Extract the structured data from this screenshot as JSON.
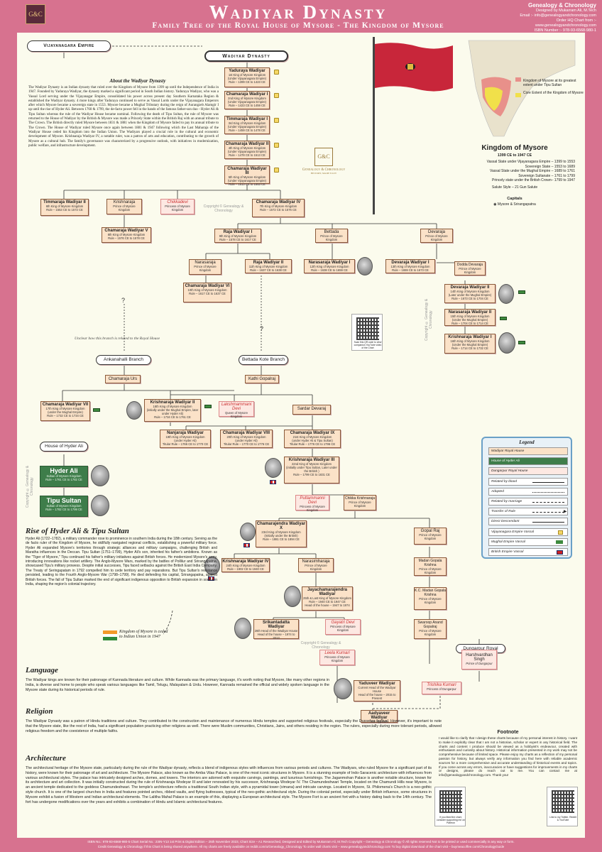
{
  "header": {
    "logo_text": "G&C",
    "title": "Wadiyar Dynasty",
    "subtitle": "Family Tree of the Royal House of Mysore - The Kingdom of Mysore",
    "brand": "Genealogy & Chronology",
    "designer": "Designed by Mukarram Ali, M.Tech",
    "email": "Email :- info@genealogyandchronology.com",
    "order": "Order HQ Chart from :-",
    "website": "www.genealogyandchronology.com",
    "isbn_line": "ISBN Number :- 978-93-6568-980-1"
  },
  "labels": {
    "vijayanagara_empire": "Vijayanagara Empire",
    "wadiyar_dynasty": "Wadiyar Dynasty",
    "house_of_hyder_ali": "House of Hyder Ali",
    "ankanahalli_branch": "Ankanahalli Branch",
    "bettada_kote_branch": "Bettada Kote Branch",
    "dungarpur_royal_house": "Dungarpur Royal House",
    "unclear_branch": "Unclear how this branch is related to the Royal House",
    "kingdom_ceded": "Kingdom of Mysore is ceded to Indian Union in 1947",
    "question_mark": "?",
    "copyright": "Copyright © Genealogy & Chronology",
    "qr_note": "Scan this QR code to view companion YouTube video of the Chart"
  },
  "about": {
    "heading": "About the Wadiyar Dynasty",
    "body": "The Wadiyar Dynasty is an Indian dynasty that ruled over the Kingdom of Mysore from 1399 up until the Independence of India in 1947. Founded by Yaduraya Wadiyar, the dynasty marked a significant period in South Indian history. Yaduraya Wadiyar, who was a Vassal Lord serving under the Vijayanagar Empire, consolidated his power across present day Southern Karnataka Region & established the Wadiyar dynasty. 4 more kings after Yaduraya continued to serve as Vassal Lords under the Vijayanagara Emperors after which Mysore became a sovereign state in 1553. Mysore became a Mughal Tributary during the reign of Aurangzeb Alamgir I up until the rise of Hyder Ali. Between 1760 & 1799, the de-facto power fell in the hands of the famous father-son duo - Hyder Ali & Tipu Sultan whereas the rule of the Wadiyar House became nominal. Following the death of Tipu Sultan, the rule of Mysore was returned to the House of Wadiyar by the British & Mysore was made a Princely State within the British Raj with an annual tribute to The Crown. The British directly ruled Mysore between 1831 & 1881 when the Kingdom of Mysore failed to pay its annual tribute to The Crown. The House of Wadiyar ruled Mysore once again between 1881 & 1947 following which the Last Maharaja of the Wadiyar House ceded his Kingdom into the Indian Union. The Wadiyars played a crucial role in the cultural and economic development of Mysore. Krishnaraja Wadiyar IV, a notable ruler, was a patron of arts and education, contributing to the growth of Mysore as a cultural hub. The family's governance was characterized by a progressive outlook, with initiatives in modernization, public welfare, and infrastructure development."
  },
  "kingdom": {
    "title": "Kingdom of Mysore",
    "years": "1399 CE to 1947 CE",
    "lines": [
      "Vassal State under Vijayanagara Empire – 1399 to 1553",
      "Sovereign State – 1553 to 1689",
      "Vassal State under the Mughal Empire – 1689 to 1761",
      "Sovereign Sultanate – 1761 to 1799",
      "Princely state under the British Crown– 1799 to 1947"
    ],
    "salute": "Salute Style – 21 Gun Salute",
    "capitals_heading": "Capitals",
    "capitals": "Mysore & Srirangapatna",
    "map_legend_1": "Kingdom of Mysore at its greatest extent under Tipu Sultan",
    "map_legend_2": "Core Extent of the Kingdom of Mysore"
  },
  "seal": {
    "logo": "G&C",
    "brand": "Genealogy & Chronology",
    "tag": "HISTORY, MADE EASY"
  },
  "people": {
    "yaduraya": {
      "n": "Yaduraya Wadiyar",
      "l1": "1st King of Mysore Kingdom",
      "l2": "(Under Vijayanagara Empire)",
      "l3": "Rule – 1399 CE to 1423 CE"
    },
    "chamaraja1": {
      "n": "Chamaraja Wadiyar I",
      "l1": "2nd King of Mysore Kingdom",
      "l2": "(Under Vijayanagara Empire)",
      "l3": "Rule – 1423 CE to 1459 CE"
    },
    "timmaraja1": {
      "n": "Timmaraja Wadiyar I",
      "l1": "3rd King of Mysore Kingdom",
      "l2": "(Under Vijayanagara Empire)",
      "l3": "Rule – 1459 CE to 1478 CE"
    },
    "chamaraja2": {
      "n": "Chamaraja Wadiyar II",
      "l1": "4th King of Mysore Kingdom",
      "l2": "(Under Vijayanagara Empire)",
      "l3": "Rule – 1478 CE to 1513 CE"
    },
    "chamaraja3": {
      "n": "Chamaraja Wadiyar III",
      "l1": "5th King of Mysore Kingdom",
      "l2": "(Under Vijayanagara Empire)",
      "l3": "Rule – 1513 CE to 1553 CE"
    },
    "timmaraja2": {
      "n": "Timmaraja Wadiyar II",
      "l1": "6th King of Mysore Kingdom",
      "l2": "Rule – 1553 CE to 1572 CE"
    },
    "krishnaraja_p": {
      "n": "Krishnaraja",
      "l1": "Prince of Mysore",
      "l2": "Kingdom"
    },
    "chikkadevi": {
      "n": "Chikkadevi",
      "l1": "Princess of Mysore",
      "l2": "Kingdom"
    },
    "chamaraja4": {
      "n": "Chamaraja Wadiyar IV",
      "l1": "7th King of Mysore Kingdom",
      "l2": "Rule – 1572 CE to 1576 CE"
    },
    "chamaraja5": {
      "n": "Chamaraja Wadiyar V",
      "l1": "8th King of Mysore Kingdom",
      "l2": "Rule – 1576 CE to 1578 CE"
    },
    "raja1": {
      "n": "Raja Wadiyar I",
      "l1": "9th King of Mysore Kingdom",
      "l2": "Rule – 1578 CE to 1617 CE"
    },
    "bettada": {
      "n": "Bettada",
      "l1": "Prince of Mysore",
      "l2": "Kingdom"
    },
    "devaraja_p": {
      "n": "Devaraja",
      "l1": "Prince of Mysore",
      "l2": "Kingdom"
    },
    "narasaraja_p": {
      "n": "Narasaraja",
      "l1": "Prince of Mysore",
      "l2": "Kingdom"
    },
    "raja2": {
      "n": "Raja Wadiyar II",
      "l1": "11th King of Mysore Kingdom",
      "l2": "Rule – 1637 CE to 1638 CE"
    },
    "narasaraja1": {
      "n": "Narasaraja Wadiyar I",
      "l1": "12th King of Mysore Kingdom",
      "l2": "Rule – 1638 CE to 1659 CE"
    },
    "devaraja1": {
      "n": "Devaraja Wadiyar I",
      "l1": "13th King of Mysore Kingdom",
      "l2": "Rule – 1659 CE to 1673 CE"
    },
    "dodda": {
      "n": "Dodda Devaraja",
      "l1": "Prince of Mysore",
      "l2": "Kingdom"
    },
    "chamaraja6": {
      "n": "Chamaraja Wadiyar VI",
      "l1": "10th King of Mysore Kingdom",
      "l2": "Rule – 1617 CE to 1637 CE"
    },
    "devaraja2": {
      "n": "Devaraja Wadiyar II",
      "l1": "14th King of Mysore Kingdom",
      "l2": "(Later under the Mughal Empire)",
      "l3": "Rule – 1673 CE to 1704 CE"
    },
    "narasaraja2": {
      "n": "Narasaraja Wadiyar II",
      "l1": "15th King of Mysore Kingdom",
      "l2": "(Under the Mughal Empire)",
      "l3": "Rule – 1704 CE to 1714 CE"
    },
    "krishnaraja1": {
      "n": "Krishnaraja Wadiyar I",
      "l1": "16th King of Mysore Kingdom",
      "l2": "(Under the Mughal Empire)",
      "l3": "Rule – 1714 CE to 1732 CE"
    },
    "chamaraja_urs": {
      "n": "Chamaraja Urs"
    },
    "kathi_gopalraj": {
      "n": "Kathi Gopalraj"
    },
    "chamaraja7": {
      "n": "Chamaraja Wadiyar VII",
      "l1": "17th King of Mysore Kingdom",
      "l2": "(under the Mughal Empire)",
      "l3": "Rule – 1732 CE to 1734 CE"
    },
    "krishnaraja2": {
      "n": "Krishnaraja Wadiyar II",
      "l1": "18th King of Mysore Kingdom",
      "l2": "(initially under the Mughal Empire, later under Hyder Ali)",
      "l3": "Rule – 1734 CE to 1761 CE"
    },
    "lakshmammani": {
      "n": "Lakshmammani Devi",
      "l1": "Queen of Mysore",
      "l2": "Kingdom"
    },
    "sardar_devaraj": {
      "n": "Sardar Devaraj"
    },
    "nanjaraja": {
      "n": "Nanjaraja Wadiyar",
      "l1": "19th King of Mysore Kingdom",
      "l2": "(under Hyder Ali)",
      "l3": "Titular Rule – 1766 CE to 1770 CE"
    },
    "chamaraja8": {
      "n": "Chamaraja Wadiyar VIII",
      "l1": "20th King of Mysore Kingdom",
      "l2": "(under Hyder Ali)",
      "l3": "Titular Rule – 1770 CE to 1776 CE"
    },
    "chamaraja9": {
      "n": "Chamaraja Wadiyar IX",
      "l1": "21st King of Mysore Kingdom",
      "l2": "(under Hyder Ali & Tipu Sultan)",
      "l3": "Titular Rule – 1776 CE to 1796 CE"
    },
    "hyder_ali": {
      "n": "Hyder Ali",
      "l1": "Sultan of Mysore Kingdom",
      "l2": "Rule – 1761 CE to 1782 CE"
    },
    "tipu_sultan": {
      "n": "Tipu Sultan",
      "l1": "Sultan of Mysore Kingdom",
      "l2": "Rule – 1782 CE to 1799 CE"
    },
    "krishnaraja3": {
      "n": "Krishnaraja Wadiyar III",
      "l1": "22nd King of Mysore Kingdom",
      "l2": "(initially under Tipu Sultan, Later under the British )",
      "l3": "Rule – 1799 CE to 1831 CE"
    },
    "puttammanni": {
      "n": "Puttammanni Devi",
      "l1": "Princess of Mysore",
      "l2": "Kingdom"
    },
    "chikka_krishnaraja": {
      "n": "Chikka Krishnaraja",
      "l1": "Prince of Mysore",
      "l2": "Kingdom"
    },
    "chamarajendra10": {
      "n": "Chamarajendra Wadiyar X",
      "l1": "23rd King of Mysore Kingdom",
      "l2": "(Initially under the British)",
      "l3": "Rule – 1881 CE to 1894 CE"
    },
    "gopal_raj": {
      "n": "Gopal Raj",
      "l1": "Prince of Mysore",
      "l2": "Kingdom"
    },
    "krishnaraja4": {
      "n": "Krishnaraja Wadiyar IV",
      "l1": "24th King of Mysore Kingdom",
      "l2": "Rule – 1902 CE to 1940 CE"
    },
    "narasimharaja": {
      "n": "Narasimharaja",
      "l1": "Prince of Mysore",
      "l2": "Kingdom"
    },
    "madan_gopala": {
      "n": "Madan Gopala Krishna",
      "l1": "Prince of Mysore",
      "l2": "Kingdom"
    },
    "jayachamarajendra": {
      "n": "Jayachamarajendra Wadiyar",
      "l1": "25th & Last King of Mysore Kingdom",
      "l2": "Rule – 1940 CE to 1947 CE",
      "l3": "Head of the house – 1947 to 1974"
    },
    "kc_madan": {
      "n": "K.C. Madan Gopala Krishna",
      "l1": "Prince of Mysore",
      "l2": "Kingdom"
    },
    "srikantadatta": {
      "n": "Srikantadatta Wadiyar",
      "l1": "26th Head of the Wadiyar House",
      "l2": "Head of the house – 1974 to 2013"
    },
    "gayatri": {
      "n": "Gayatri Devi",
      "l1": "Princess of Mysore",
      "l2": "Kingdom"
    },
    "swaroop": {
      "n": "Swaroop Anand Gopalraj",
      "l1": "Prince of Mysore",
      "l2": "Kingdom"
    },
    "leela": {
      "n": "Leela Kumari",
      "l1": "Princess of Mysore",
      "l2": "Kingdom"
    },
    "harshvardhan": {
      "n": "Harshvardhan Singh",
      "l1": "Prince of Dungarpur"
    },
    "trishika": {
      "n": "Trishika Kumari",
      "l1": "Princess of Dungarpur"
    },
    "yaduveer": {
      "n": "Yaduveer Wadiyar",
      "l1": "Current Head of the Wadiyar House",
      "l2": "Head of the house – 2015 to Present"
    },
    "aadyaveer": {
      "n": "Aadyaveer Wadiyar",
      "l1": "Heir Apparent"
    }
  },
  "legend": {
    "title": "Legend",
    "items": [
      "Wadiyar Royal House",
      "House of Hyder Ali",
      "Dungarpur Royal House",
      "Related by blood",
      "Adopted",
      "Related by marriage",
      "Transfer of Rule",
      "Direct Descendant",
      "Vijayanagara Empire Vassal",
      "Mughal Empire Vassal",
      "British Empire Vassal"
    ]
  },
  "sections": {
    "rise_heading": "Rise of Hyder Ali & Tipu Sultan",
    "rise_body": "Hyder Ali (1722–1782), a military commander rose to prominence in southern India during the 18th century. Serving as the de facto ruler of the Kingdom of Mysore, he skillfully navigated regional conflicts, establishing a powerful military force. Hyder Ali expanded Mysore's territories through strategic alliances and military campaigns, challenging British and Maratha influences in the Deccan. Tipu Sultan (1751–1799), Hyder Ali's son, inherited his father's ambitions. Known as the \"Tiger of Mysore,\" Tipu continued his father's military initiatives against British forces. He modernized Mysore's army, introducing innovations like rocket artillery. The Anglo-Mysore Wars, marked by the battles of Pollilur and Srirangapatna, showcased Tipu's military prowess. Despite initial successes, Tipu faced setbacks against the British East India Company. The Treaty of Seringapatam in 1792 compelled him to cede territory and pay reparations. But Tipu Sultan's resistance persisted, leading to the Fourth Anglo-Mysore War (1798–1799). He died defending his capital, Srirangapatna, against British forces. The fall of Tipu Sultan marked the end of significant indigenous opposition to British expansion in southern India, shaping the region's colonial trajectory.",
    "language_heading": "Language",
    "language_body": "The Wadiyar kings are known for their patronage of Kannada literature and culture. While Kannada was the primary language, it's worth noting that Mysore, like many other regions in India, is diverse and home to people who speak various languages like Tamil, Telugu, Malayalam & Urdu. However, Kannada remained the official and widely spoken language in the Mysore state during its historical periods of rule.",
    "religion_heading": "Religion",
    "religion_body": "The Wadiyar Dynasty was a patron of Hindu traditions and culture. They contributed to the construction and maintenance of numerous Hindu temples and supported religious festivals, especially the Dussehra festival. However, it's important to note that the Mysore state, like the rest of India, had a significant population practicing other religions as well. There were Muslim communities, Christians, Jains, and others residing in the region. The rulers, especially during more tolerant periods, allowed religious freedom and the coexistence of multiple faiths.",
    "architecture_heading": "Architecture",
    "architecture_body": "The architectural heritage of the Mysore state, particularly during the rule of the Wadiyar dynasty, reflects a blend of indigenous styles with influences from various periods and cultures. The Wadiyars, who ruled Mysore for a significant part of its history, were known for their patronage of art and architecture. The Mysore Palace, also known as the Amba Vilas Palace, is one of the most iconic structures in Mysore. It is a stunning example of Indo-Saracenic architecture with influences from various architectural styles. The palace has intricately designed arches, domes, and towers. The interiors are adorned with exquisite carvings, paintings, and luxurious furnishings. The Jaganmohan Palace is another notable structure, known for its architecture and art collection. It was initially constructed during the rule of Krishnaraja Wodeyar III and later renovated by his successor, Krishnaraja Wodeyar IV. The Chamundeshwari Temple, located on the Chamundi Hills near Mysore, is an ancient temple dedicated to the goddess Chamundeshwari. The temple's architecture reflects a traditional South Indian style, with a pyramidal tower (vimana) and intricate carvings. Located in Mysore, St. Philomena's Church is a neo-gothic style church. It is one of the largest churches in India and features pointed arches, ribbed vaults, and flying buttresses, typical of the neo-gothic architectural style. During the colonial period, especially under British influence, some structures in Mysore exhibit a fusion of Western and Indian architectural elements. The Lalitha Mahal Palace is an example of this, displaying a European architectural style. The Mysore Fort is an ancient fort with a history dating back to the 14th century. The fort has undergone modifications over the years and exhibits a combination of Hindu and Islamic architectural features.",
    "footnote_heading": "Footnote",
    "footnote_body": "I would like to clarify that I design these charts because of my personal interest in history. I want to make it explicitly clear that I am not a historian, scholar or expert in any historical field. The charts and content I produce should be viewed as a hobbyist's endeavour, created with enthusiasm and curiosity about history. Historical information presented in my work may not be comprehensive because of limited space. Please enjoy my charts as a reflection of my personal passion for history, but always verify any information you find here with reliable academic sources for a more comprehensive and accurate understanding of historical events and topics. If you come across any errors, inaccuracies or have suggestions for improvements in my charts or designs, please do reach out to me. You can contact me at info@genealogyandchronology.com. Thank you!",
    "qr1_caption": "If you liked the chart, consider supporting me on Patreon",
    "qr2_caption": "Link to my Twitter, Reddit & YouTube"
  },
  "footer": {
    "line1": "ISBN No.: 978-93-6568-980-5     Chart Serial No.: 23IN-Y13     1st Print & Digital Edition – 25th November 2023, Chart Size – A1     Researched, Designed and Edited by Mukarram Ali, M.Tech     Copyright – Genealogy & Chronology © All rights reserved     Not to be printed or used commercially in any way or form.",
    "line2": "Credit Genealogy & Chronology if this Chart is being shared anywhere.     All my charts are freely available on reddit.com/u/Genealogy_Chronology     To order wall charts visit – www.genealogyandchronology.com     To buy digital download of the chart visit – buymeacoffee.com/ChronologyGuide"
  },
  "colors": {
    "frame": "#d7728f",
    "panel": "#fbfbed",
    "wadiyar_box": "#fbe2c8",
    "hyder_box": "#3e7d4a",
    "dungarpur_box": "#fde8e2",
    "flag_red": "#c8263a"
  },
  "icons": [
    "vijayanagara-vassal-icon",
    "mughal-flag-icon",
    "british-flag-icon",
    "indian-flag-icon",
    "qr-code-icon",
    "portrait-icon",
    "mysore-flag-icon",
    "map-icon"
  ]
}
